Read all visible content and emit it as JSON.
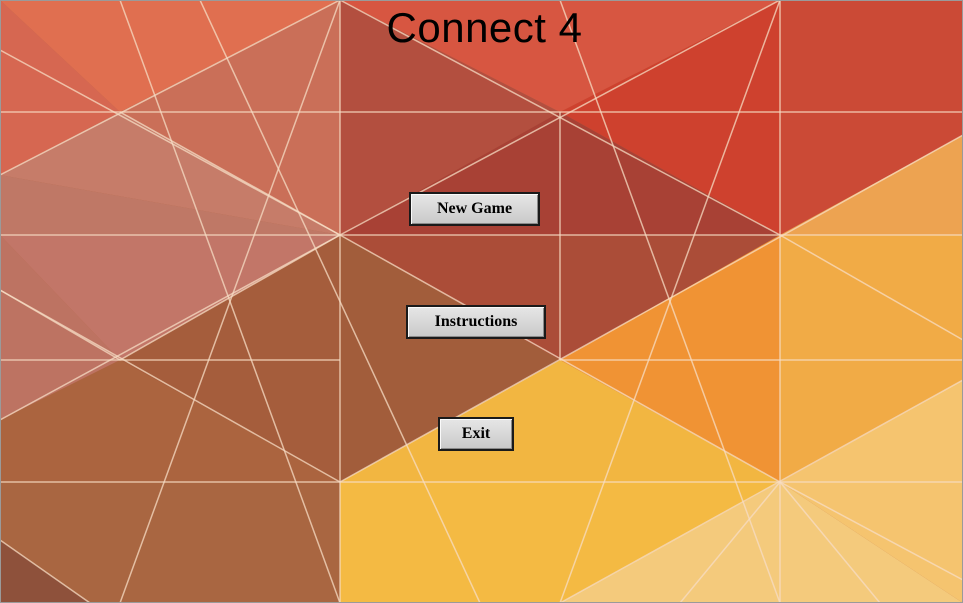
{
  "window": {
    "title": "Connect 4"
  },
  "menu": {
    "new_game_label": "New Game",
    "instructions_label": "Instructions",
    "exit_label": "Exit"
  },
  "colors": {
    "title_text": "#000000",
    "button_face": "#d4d4d4",
    "button_border": "#1a1a1a",
    "background_red": "#c8452c",
    "background_brown": "#a25a36",
    "background_orange": "#ef9a2e",
    "background_yellow": "#f3bb3a"
  }
}
